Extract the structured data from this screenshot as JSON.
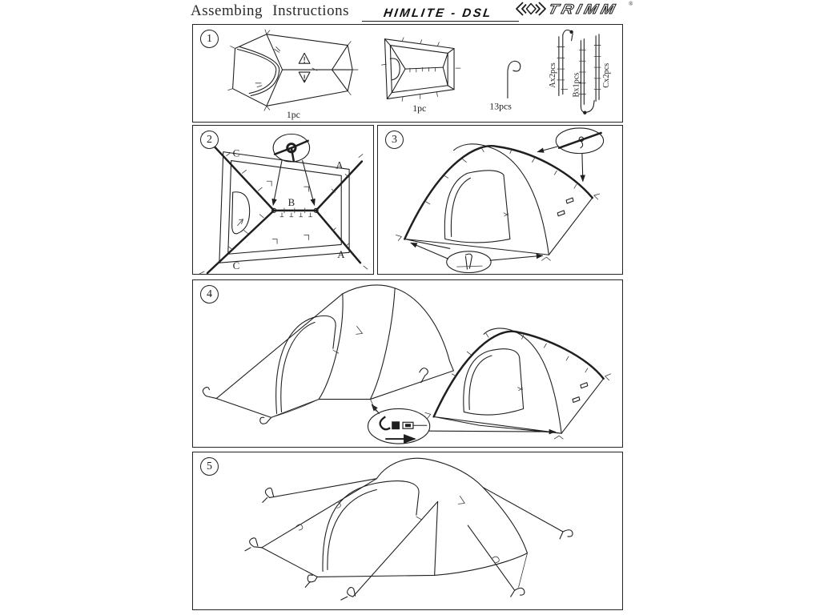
{
  "page": {
    "title": "Assembing  Instructions",
    "model": "HIMLITE - DSL",
    "brand": "TRIMM",
    "brand_reg": "®",
    "ink_color": "#1f1f1f",
    "paper_color": "#ffffff"
  },
  "step1": {
    "number": "1",
    "flysheet_qty": "1pc",
    "inner_tent_qty": "1pc",
    "pegs_qty": "13pcs",
    "pole_a_label": "Ax2pcs",
    "pole_b_label": "Bx1pcs",
    "pole_c_label": "Cx2pcs"
  },
  "step2": {
    "number": "2",
    "label_c_top": "C",
    "label_a_top": "A",
    "label_b_center": "B",
    "label_a_bottom": "A",
    "label_c_bottom": "C"
  },
  "step3": {
    "number": "3"
  },
  "step4": {
    "number": "4"
  },
  "step5": {
    "number": "5"
  }
}
